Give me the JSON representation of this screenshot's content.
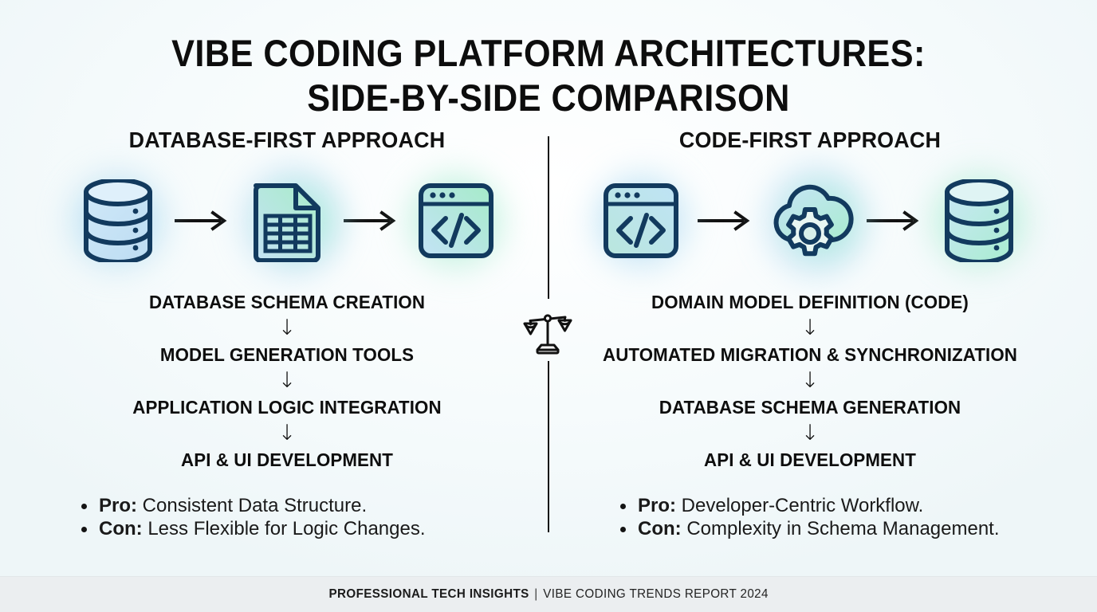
{
  "title": {
    "line1": "VIBE CODING PLATFORM ARCHITECTURES:",
    "line2": "SIDE-BY-SIDE COMPARISON"
  },
  "columns": [
    {
      "heading": "DATABASE-FIRST APPROACH",
      "icons": [
        "database-icon",
        "spreadsheet-document-icon",
        "code-window-icon"
      ],
      "arrows": [
        "arrow-right-icon",
        "arrow-right-icon"
      ],
      "steps": [
        "DATABASE SCHEMA CREATION",
        "MODEL GENERATION TOOLS",
        "APPLICATION LOGIC INTEGRATION",
        "API & UI DEVELOPMENT"
      ],
      "step_arrow": "↓",
      "points": [
        {
          "label": "Pro:",
          "text": "Consistent Data Structure."
        },
        {
          "label": "Con:",
          "text": "Less Flexible for Logic Changes."
        }
      ]
    },
    {
      "heading": "CODE-FIRST APPROACH",
      "icons": [
        "code-window-icon",
        "cloud-gear-icon",
        "database-icon"
      ],
      "arrows": [
        "arrow-right-icon",
        "arrow-right-icon"
      ],
      "steps": [
        "DOMAIN MODEL DEFINITION (CODE)",
        "AUTOMATED MIGRATION & SYNCHRONIZATION",
        "DATABASE SCHEMA GENERATION",
        "API & UI DEVELOPMENT"
      ],
      "step_arrow": "↓",
      "points": [
        {
          "label": "Pro:",
          "text": "Developer-Centric Workflow."
        },
        {
          "label": "Con:",
          "text": "Complexity in Schema Management."
        }
      ]
    }
  ],
  "divider": {
    "icon": "balance-scales-icon"
  },
  "footer": {
    "brand": "PROFESSIONAL TECH INSIGHTS",
    "separator": "|",
    "subtitle": "VIBE CODING TRENDS REPORT 2024"
  },
  "colors": {
    "background": "#f6fbfc",
    "footer_band": "#ebeef0",
    "icon_stroke": "#123a5e",
    "icon_fill_blue": "#bcdcf2",
    "icon_fill_green": "#a8ecc8",
    "text": "#0d0d0d",
    "glow_blue": "#89c8ec",
    "glow_green": "#86ecbe"
  }
}
